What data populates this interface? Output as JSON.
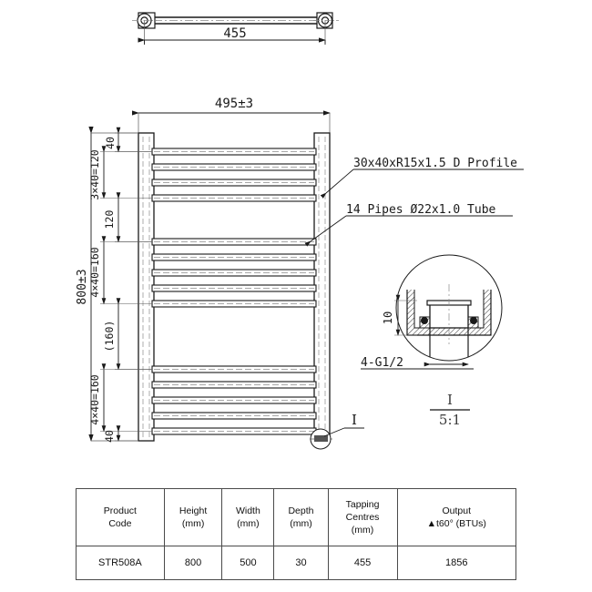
{
  "drawing": {
    "title": "Towel Radiator Technical Drawing",
    "top_view": {
      "dimension": "455"
    },
    "front_view": {
      "width_dimension": "495±3",
      "height_dimension": "800±3",
      "left_chain": [
        "40",
        "3×40=120",
        "120",
        "4×40=160",
        "(160)",
        "4×40=160",
        "40"
      ]
    },
    "callouts": {
      "profile": "30x40xR15x1.5  D Profile",
      "pipes": "14  Pipes  Ø22x1.0  Tube",
      "thread": "4-G1/2",
      "detail_thickness": "10"
    },
    "detail_marker": {
      "label": "I",
      "scale": "5:1"
    },
    "leader_marker": {
      "label": "I"
    }
  },
  "spec_table": {
    "headers": [
      {
        "line1": "Product",
        "line2": "Code",
        "line3": ""
      },
      {
        "line1": "Height",
        "line2": "(mm)",
        "line3": ""
      },
      {
        "line1": "Width",
        "line2": "(mm)",
        "line3": ""
      },
      {
        "line1": "Depth",
        "line2": "(mm)",
        "line3": ""
      },
      {
        "line1": "Tapping",
        "line2": "Centres",
        "line3": "(mm)"
      },
      {
        "line1": "Output",
        "line2": "▲t60° (BTUs)",
        "line3": ""
      }
    ],
    "rows": [
      {
        "product_code": "STR508A",
        "height": "800",
        "width": "500",
        "depth": "30",
        "tapping_centres": "455",
        "output": "1856"
      }
    ]
  },
  "colors": {
    "line": "#1a1a1a",
    "thin": "#5a5a5a",
    "center": "#8a8a8a",
    "table_border": "#4a4a4a"
  }
}
